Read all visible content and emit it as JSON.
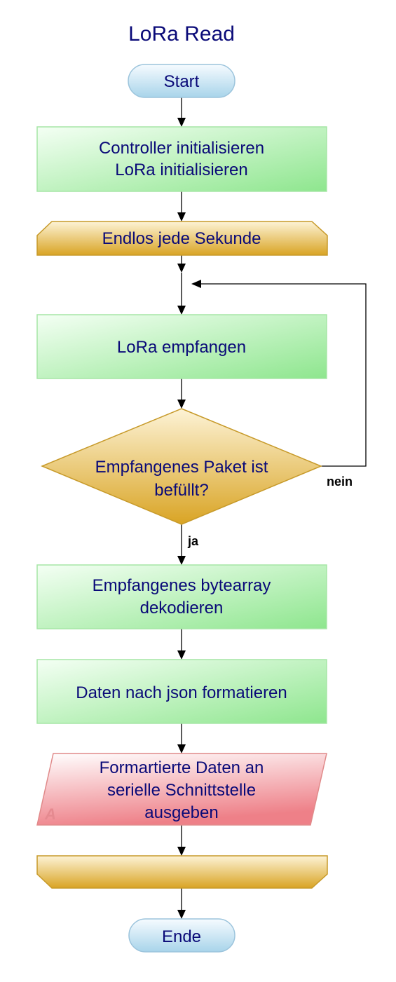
{
  "diagram": {
    "title": "LoRa Read",
    "colors": {
      "text": "#0a0a78",
      "process_fill_top": "#f4fff4",
      "process_fill_bottom": "#8ee68e",
      "process_stroke": "#a6e6a6",
      "loop_fill_top": "#fdf3d6",
      "loop_fill_bottom": "#d9a424",
      "loop_stroke": "#c79a2a",
      "io_fill_top": "#ffffff",
      "io_fill_bottom": "#ee8088",
      "io_stroke": "#e08a8a",
      "terminal_fill_top": "#f6fbff",
      "terminal_fill_bottom": "#a8d4ea",
      "terminal_stroke": "#9cc4dc",
      "io_marker": "#e58a90"
    },
    "nodes": {
      "start": {
        "label": "Start"
      },
      "init": {
        "line1": "Controller initialisieren",
        "line2": "LoRa initialisieren"
      },
      "loop_start": {
        "label": "Endlos jede Sekunde"
      },
      "receive": {
        "label": "LoRa empfangen"
      },
      "decision": {
        "line1": "Empfangenes Paket ist",
        "line2": "befüllt?"
      },
      "decode": {
        "line1": "Empfangenes bytearray",
        "line2": "dekodieren"
      },
      "format": {
        "label": "Daten nach json formatieren"
      },
      "output": {
        "line1": "Formartierte Daten an",
        "line2": "serielle Schnittstelle",
        "line3": "ausgeben",
        "marker": "A"
      },
      "loop_end": {
        "label": ""
      },
      "end": {
        "label": "Ende"
      }
    },
    "edges": {
      "yes_label": "ja",
      "no_label": "nein"
    }
  }
}
